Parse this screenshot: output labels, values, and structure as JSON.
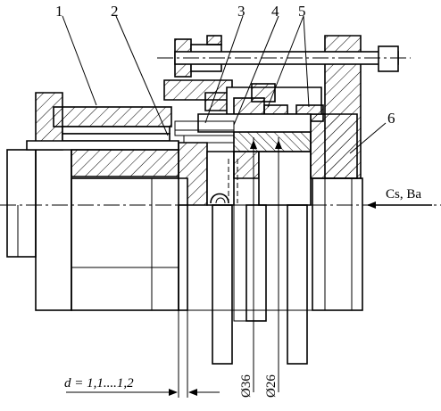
{
  "labels": {
    "p1": "1",
    "p2": "2",
    "p3": "3",
    "p4": "4",
    "p5": "5",
    "p6": "6",
    "beam": "Cs, Ba",
    "gap": "d = 1,1....1,2",
    "dia36": "Ø36",
    "dia26": "Ø26"
  },
  "colors": {
    "line": "#000000",
    "background": "#ffffff"
  }
}
